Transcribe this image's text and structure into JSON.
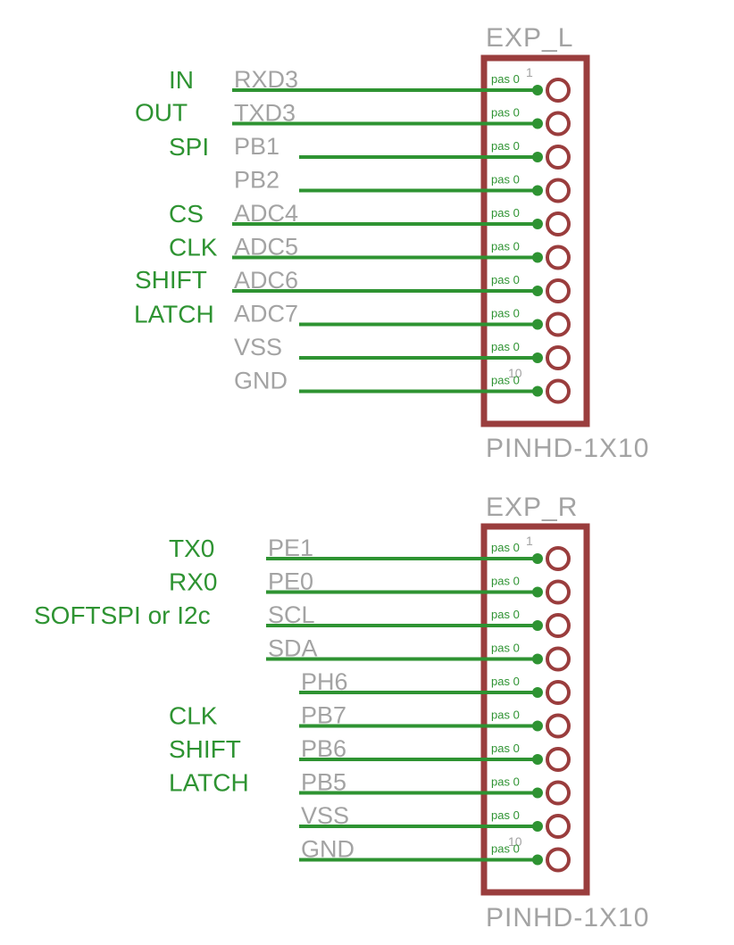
{
  "colors": {
    "wire": "#2e9332",
    "net_label": "#2e9332",
    "pin_label": "#a3a3a3",
    "body_outline": "#9a3d3d",
    "pad_ring": "#9a3d3d",
    "pad_dot": "#2e9332"
  },
  "connectors": [
    {
      "name": "EXP_L",
      "value": "PINHD-1X10",
      "pad_text": "pas 0",
      "first_pin_number": "1",
      "last_pin_number": "10",
      "pins": [
        {
          "signal": "RXD3",
          "net": "IN"
        },
        {
          "signal": "TXD3",
          "net": "OUT"
        },
        {
          "signal": "PB1",
          "net": "SPI"
        },
        {
          "signal": "PB2",
          "net": ""
        },
        {
          "signal": "ADC4",
          "net": "CS"
        },
        {
          "signal": "ADC5",
          "net": "CLK"
        },
        {
          "signal": "ADC6",
          "net": "SHIFT"
        },
        {
          "signal": "ADC7",
          "net": "LATCH"
        },
        {
          "signal": "VSS",
          "net": ""
        },
        {
          "signal": "GND",
          "net": ""
        }
      ]
    },
    {
      "name": "EXP_R",
      "value": "PINHD-1X10",
      "pad_text": "pas 0",
      "first_pin_number": "1",
      "last_pin_number": "10",
      "pins": [
        {
          "signal": "PE1",
          "net": "TX0"
        },
        {
          "signal": "PE0",
          "net": "RX0"
        },
        {
          "signal": "SCL",
          "net": "SOFTSPI or I2c"
        },
        {
          "signal": "SDA",
          "net": ""
        },
        {
          "signal": "PH6",
          "net": ""
        },
        {
          "signal": "PB7",
          "net": "CLK"
        },
        {
          "signal": "PB6",
          "net": "SHIFT"
        },
        {
          "signal": "PB5",
          "net": "LATCH"
        },
        {
          "signal": "VSS",
          "net": ""
        },
        {
          "signal": "GND",
          "net": ""
        }
      ]
    }
  ]
}
